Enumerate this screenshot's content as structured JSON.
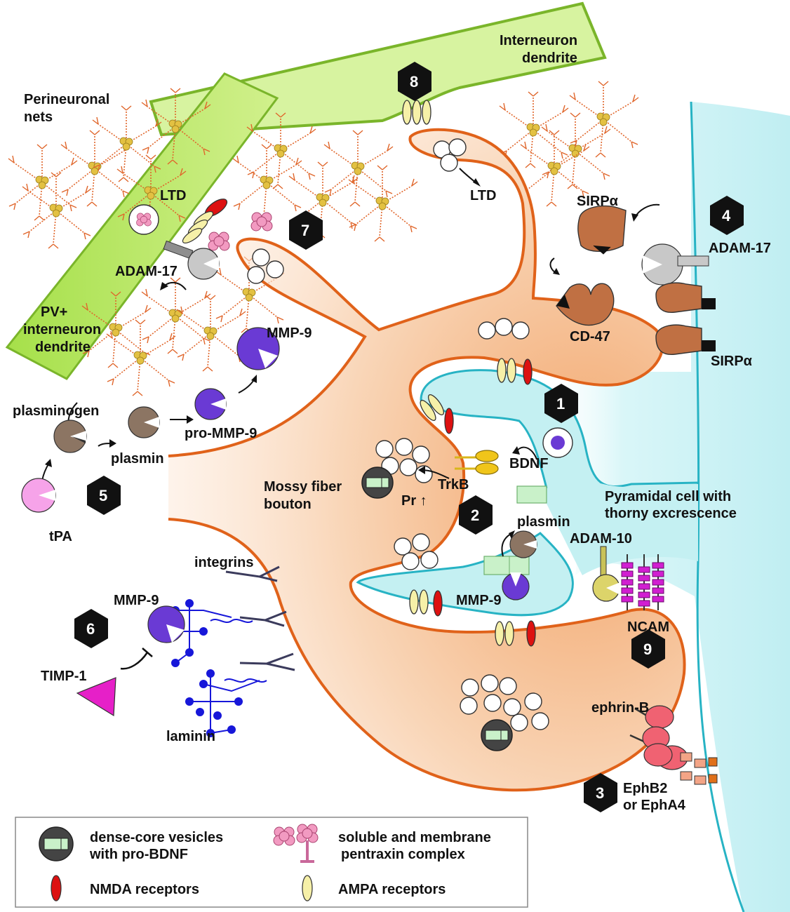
{
  "labels": {
    "interneuron_dendrite": [
      "Interneuron",
      "dendrite"
    ],
    "perineuronal_nets": [
      "Perineuronal",
      "nets"
    ],
    "pv_dendrite": [
      "PV+",
      "interneuron",
      "dendrite"
    ],
    "ltd_left": "LTD",
    "ltd_top": "LTD",
    "adam17_left": "ADAM-17",
    "adam17_right": "ADAM-17",
    "sirpa_top": "SIRPα",
    "sirpa_bottom": "SIRPα",
    "cd47": "CD-47",
    "mmp9_top": "MMP-9",
    "pro_mmp9": "pro-MMP-9",
    "plasminogen": "plasminogen",
    "plasmin_left": "plasmin",
    "tpa": "tPA",
    "mossy_fiber": [
      "Mossy fiber",
      "bouton"
    ],
    "trkb": "TrkB",
    "bdnf": "BDNF",
    "pr": "Pr ↑",
    "plasmin_mid": "plasmin",
    "pyramidal": [
      "Pyramidal cell with",
      "thorny excrescence"
    ],
    "adam10": "ADAM-10",
    "mmp9_mid": "MMP-9",
    "ncam": "NCAM",
    "integrins": "integrins",
    "mmp9_left": "MMP-9",
    "timp1": "TIMP-1",
    "laminin": "laminin",
    "ephrin": "ephrin-B",
    "eph": [
      "EphB2",
      "or EphA4"
    ]
  },
  "badges": [
    "1",
    "2",
    "3",
    "4",
    "5",
    "6",
    "7",
    "8",
    "9"
  ],
  "legend": {
    "dense_core": [
      "dense-core vesicles",
      "with pro-BDNF"
    ],
    "pentraxin": [
      "soluble and membrane",
      "pentraxin complex"
    ],
    "nmda": "NMDA receptors",
    "ampa": "AMPA receptors"
  },
  "colors": {
    "bouton_fill": "#f7c9a3",
    "membrane": "#e0621a",
    "pyramidal_fill": "#c4f0f2",
    "pyramidal_edge": "#27b3c4",
    "dendrite_fill": "#d7f3a0",
    "dendrite_edge": "#7ab52a",
    "pv_fill": "#b8e85c",
    "mmp": "#6a3ad4",
    "plasmin": "#8c7563",
    "tpa": "#f6a3e9",
    "timp": "#e620c8",
    "nmda": "#dd1111",
    "ampa": "#f6f0a8",
    "laminin": "#1717d9",
    "ncam": "#d11fd1",
    "sirp": "#c07043",
    "ephrin": "#f06272",
    "pentraxin": "#f29ac1",
    "net": "#e0662b",
    "net_node": "#e3c142"
  }
}
